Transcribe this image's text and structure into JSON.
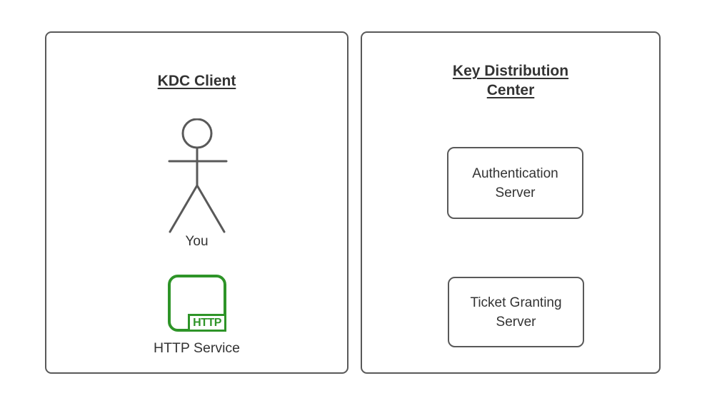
{
  "colors": {
    "panel_border": "#595959",
    "node_border": "#595959",
    "actor_stroke": "#595959",
    "service_green": "#2E9428",
    "text": "#333333",
    "background": "#ffffff"
  },
  "diagram": {
    "client_panel": {
      "title": "KDC Client",
      "actor": {
        "label": "You"
      },
      "http_service": {
        "label": "HTTP Service",
        "badge": "HTTP"
      }
    },
    "kdc_panel": {
      "title": "Key Distribution Center",
      "servers": [
        {
          "label": "Authentication Server"
        },
        {
          "label": "Ticket Granting Server"
        }
      ]
    }
  }
}
